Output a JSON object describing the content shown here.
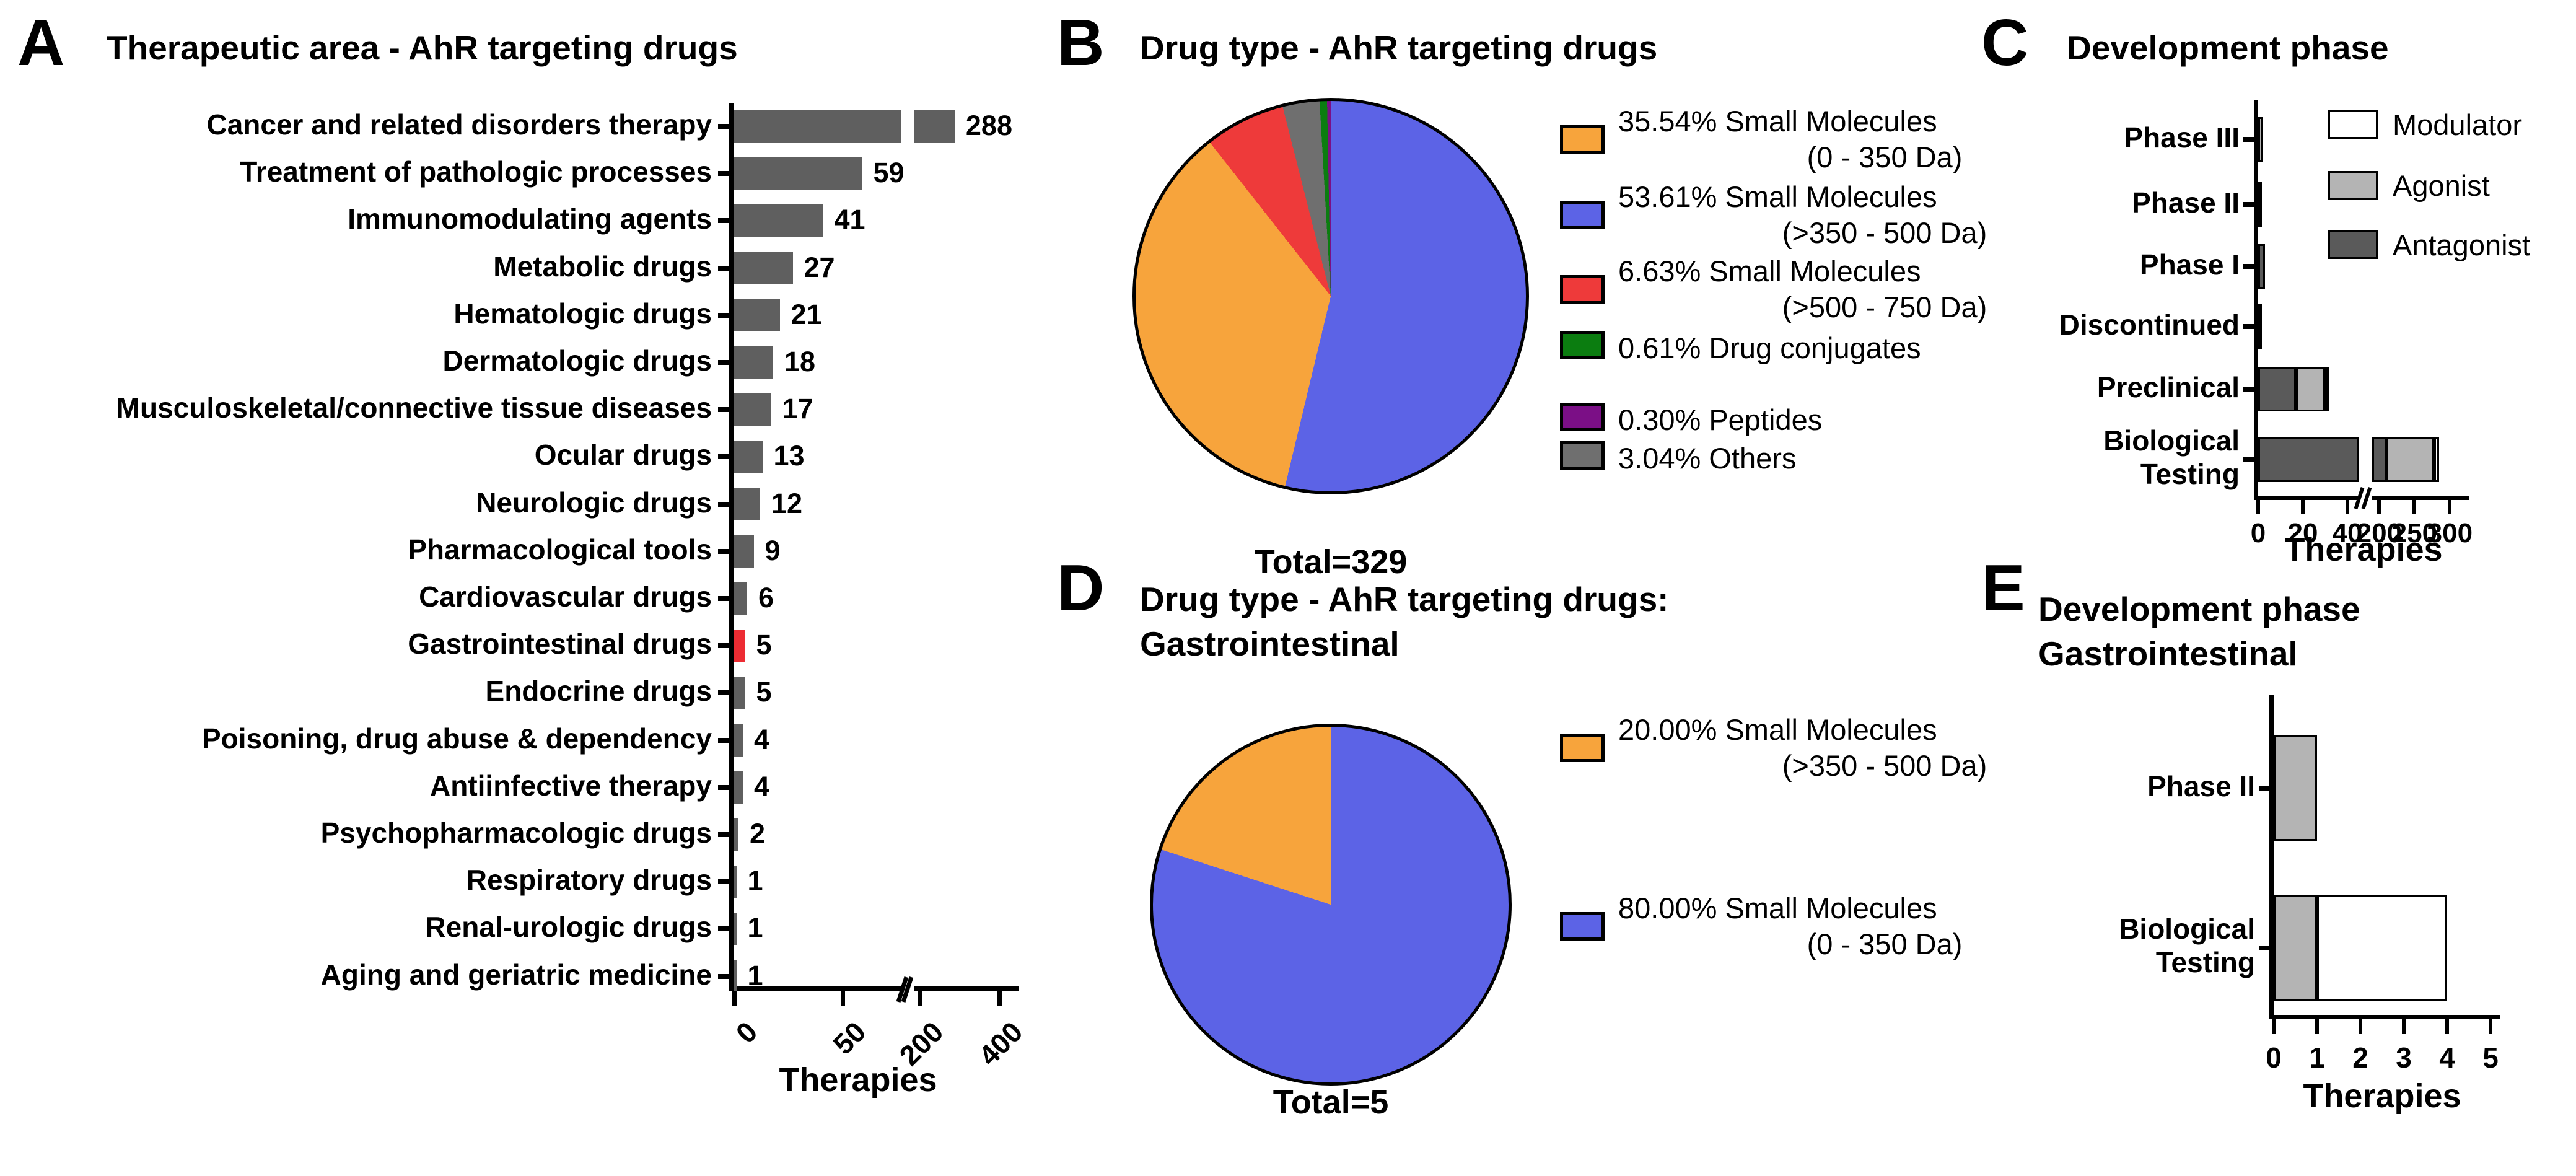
{
  "figure_background": "#ffffff",
  "panels": [
    {
      "letter": "A",
      "title": "Therapeutic area - AhR targeting drugs"
    },
    {
      "letter": "B",
      "title": "Drug type - AhR targeting drugs"
    },
    {
      "letter": "C",
      "title": "Development phase"
    },
    {
      "letter": "D",
      "title": "Drug type - AhR targeting drugs:",
      "title_line2": "Gastrointestinal"
    },
    {
      "letter": "E",
      "title": "Development phase",
      "title_line2": "Gastrointestinal"
    }
  ],
  "colors": {
    "bar_gray": "#5f5f5f",
    "highlight_red": "#ed2c33",
    "pie_orange": "#f7a43c",
    "pie_blue": "#5c63e6",
    "pie_red": "#ee3a3a",
    "pie_green": "#0b7d10",
    "pie_purple": "#7b0f86",
    "pie_gray": "#6f6f6f",
    "antagonist": "#5a5a5a",
    "agonist": "#b4b4b4",
    "modulator": "#ffffff",
    "axis_black": "#000000"
  },
  "chart_data": [
    {
      "panel": "A",
      "type": "bar",
      "orientation": "horizontal",
      "title": "Therapeutic area - AhR targeting drugs",
      "xlabel": "Therapies",
      "x_ticks": [
        0,
        50,
        200,
        400
      ],
      "axis_break_between": [
        50,
        200
      ],
      "categories": [
        "Cancer and related disorders therapy",
        "Treatment of pathologic processes",
        "Immunomodulating agents",
        "Metabolic drugs",
        "Hematologic drugs",
        "Dermatologic drugs",
        "Musculoskeletal/connective tissue diseases",
        "Ocular drugs",
        "Neurologic drugs",
        "Pharmacological tools",
        "Cardiovascular drugs",
        "Gastrointestinal drugs",
        "Endocrine drugs",
        "Poisoning, drug abuse & dependency",
        "Antiinfective therapy",
        "Psychopharmacologic drugs",
        "Respiratory drugs",
        "Renal-urologic drugs",
        "Aging and geriatric medicine"
      ],
      "values": [
        288,
        59,
        41,
        27,
        21,
        18,
        17,
        13,
        12,
        9,
        6,
        5,
        5,
        4,
        4,
        2,
        1,
        1,
        1
      ],
      "highlight_index": 11
    },
    {
      "panel": "B",
      "type": "pie",
      "title": "Drug type - AhR targeting drugs",
      "total": 329,
      "total_label": "Total=329",
      "slices": [
        {
          "pct_label": "35.54%",
          "label": "Small Molecules",
          "label_line2": "(0 - 350 Da)",
          "value": 35.54,
          "color_key": "pie_orange"
        },
        {
          "pct_label": "53.61%",
          "label": "Small Molecules",
          "label_line2": "(>350 - 500 Da)",
          "value": 53.61,
          "color_key": "pie_blue"
        },
        {
          "pct_label": "6.63%",
          "label": "Small Molecules",
          "label_line2": "(>500 - 750 Da)",
          "value": 6.63,
          "color_key": "pie_red"
        },
        {
          "pct_label": "0.61%",
          "label": "Drug conjugates",
          "value": 0.61,
          "color_key": "pie_green"
        },
        {
          "pct_label": "0.30%",
          "label": "Peptides",
          "value": 0.3,
          "color_key": "pie_purple"
        },
        {
          "pct_label": "3.04%",
          "label": "Others",
          "value": 3.04,
          "color_key": "pie_gray"
        }
      ],
      "draw_order": [
        1,
        0,
        2,
        5,
        3,
        4
      ]
    },
    {
      "panel": "C",
      "type": "bar",
      "stacked": true,
      "orientation": "horizontal",
      "title": "Development phase",
      "xlabel": "Therapies",
      "x_ticks": [
        0,
        20,
        40,
        200,
        250,
        300
      ],
      "axis_break_between": [
        40,
        200
      ],
      "legend": [
        {
          "label": "Modulator",
          "color_key": "modulator"
        },
        {
          "label": "Agonist",
          "color_key": "agonist"
        },
        {
          "label": "Antagonist",
          "color_key": "antagonist"
        }
      ],
      "categories": [
        "Phase III",
        "Phase II",
        "Phase I",
        "Discontinued",
        "Preclinical",
        "Biological Testing"
      ],
      "series": [
        {
          "name": "Antagonist",
          "color_key": "antagonist",
          "values": [
            0,
            1,
            3,
            1,
            17,
            210
          ]
        },
        {
          "name": "Agonist",
          "color_key": "agonist",
          "values": [
            2,
            0,
            0,
            0,
            13,
            68
          ]
        },
        {
          "name": "Modulator",
          "color_key": "modulator",
          "values": [
            0,
            0,
            0,
            0,
            1,
            7
          ]
        }
      ]
    },
    {
      "panel": "D",
      "type": "pie",
      "title": "Drug type - AhR targeting drugs: Gastrointestinal",
      "total": 5,
      "total_label": "Total=5",
      "slices": [
        {
          "pct_label": "20.00%",
          "label": "Small Molecules",
          "label_line2": "(>350 - 500 Da)",
          "value": 20.0,
          "color_key": "pie_orange"
        },
        {
          "pct_label": "80.00%",
          "label": "Small Molecules",
          "label_line2": "(0 - 350 Da)",
          "value": 80.0,
          "color_key": "pie_blue"
        }
      ],
      "draw_order": [
        1,
        0
      ]
    },
    {
      "panel": "E",
      "type": "bar",
      "stacked": true,
      "orientation": "horizontal",
      "title": "Development phase Gastrointestinal",
      "xlabel": "Therapies",
      "x_ticks": [
        0,
        1,
        2,
        3,
        4,
        5
      ],
      "categories": [
        "Phase II",
        "Biological Testing"
      ],
      "series": [
        {
          "name": "Agonist",
          "color_key": "agonist",
          "values": [
            1,
            1
          ]
        },
        {
          "name": "Modulator",
          "color_key": "modulator",
          "values": [
            0,
            3
          ]
        }
      ]
    }
  ]
}
